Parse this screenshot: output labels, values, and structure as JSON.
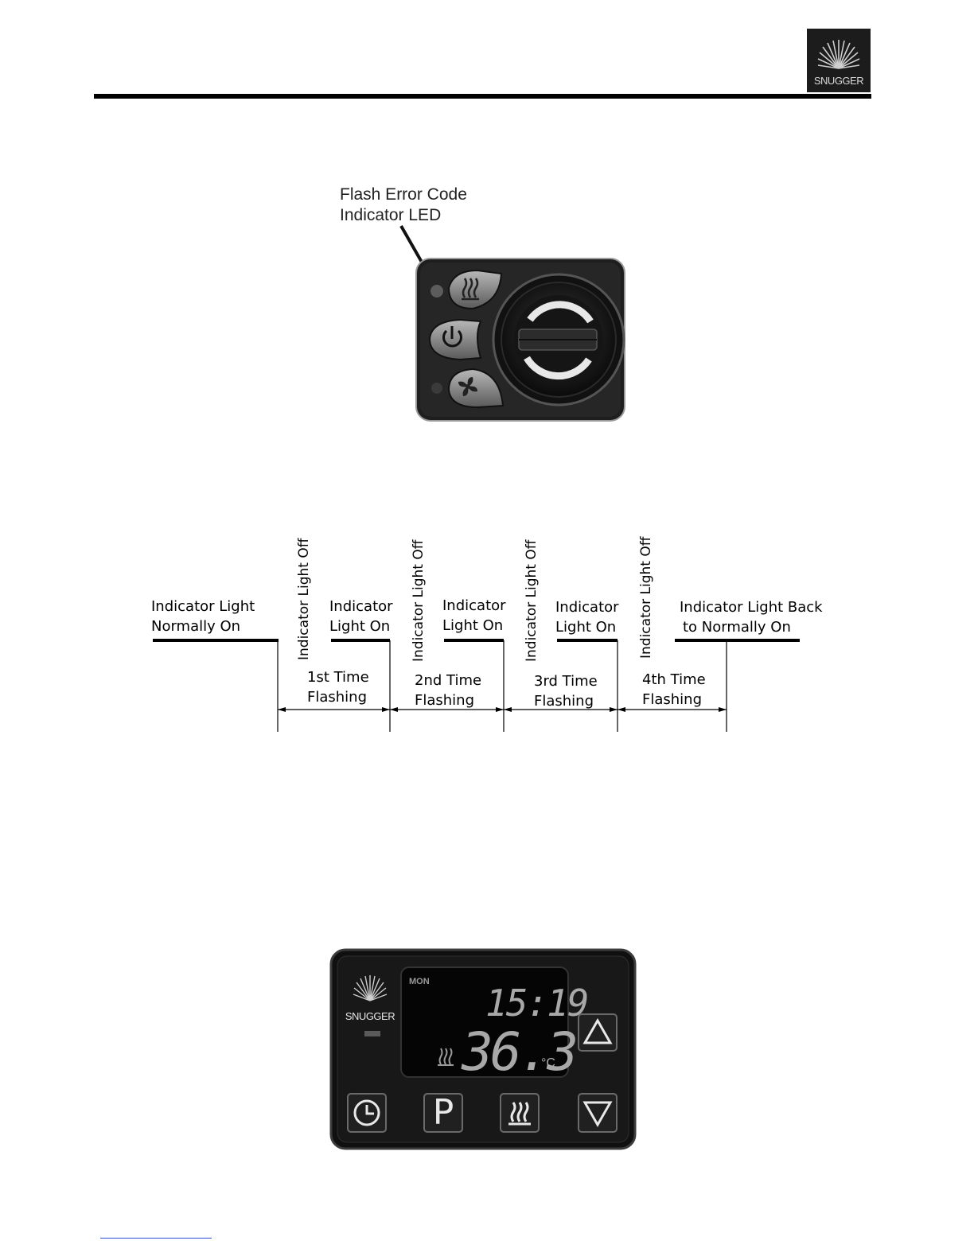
{
  "header": {
    "logo_text": "SNUGGER"
  },
  "led_callout": {
    "line1": "Flash Error Code",
    "line2": "Indicator LED"
  },
  "controller_simple": {
    "buttons": [
      "heat-icon",
      "power-icon",
      "fan-icon",
      "rotary-knob"
    ]
  },
  "timing_diagram": {
    "start_line1": "Indicator Light",
    "start_line2": "Normally On",
    "off_label": "Indicator Light Off",
    "on_line1": "Indicator",
    "on_line2": "Light On",
    "end_line1": "Indicator Light Back",
    "end_line2": "to Normally On",
    "flashes": [
      {
        "line1": "1st Time",
        "line2": "Flashing"
      },
      {
        "line1": "2nd Time",
        "line2": "Flashing"
      },
      {
        "line1": "3rd Time",
        "line2": "Flashing"
      },
      {
        "line1": "4th Time",
        "line2": "Flashing"
      }
    ]
  },
  "controller_digital": {
    "brand": "SNUGGER",
    "day": "MON",
    "time": "15:19",
    "temperature": "36.3",
    "unit": "°C",
    "buttons": {
      "clock": "clock-icon",
      "program_label": "P",
      "heat": "heat-icon",
      "up": "up-arrow-icon",
      "down": "down-arrow-icon"
    }
  }
}
